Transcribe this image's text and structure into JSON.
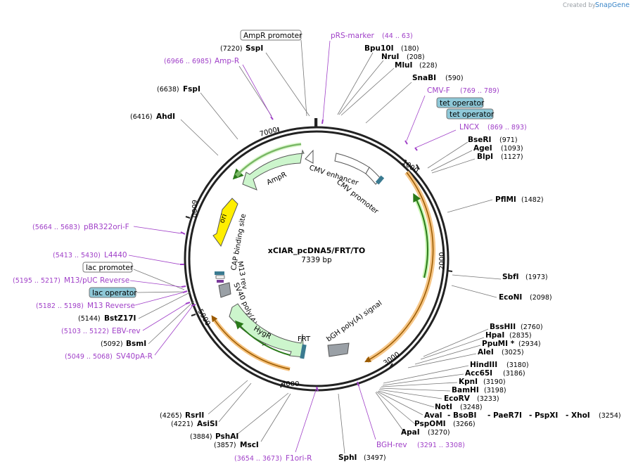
{
  "watermark": {
    "created": "Created by",
    "brand": "SnapGene"
  },
  "plasmid": {
    "name": "xCIAR_pcDNA5/FRT/TO",
    "length": "7339 bp"
  },
  "ticks": [
    "1000",
    "2000",
    "3000",
    "4000",
    "5000",
    "6000",
    "7000"
  ],
  "features": {
    "ampr": "AmpR",
    "cmv_enhancer": "CMV enhancer",
    "cmv_promoter": "CMV promoter",
    "ori": "ori",
    "cap": "CAP binding site",
    "m13rev": "M13 rev",
    "sv40": "SV40 poly(A) signal",
    "hygr": "HygR",
    "frt": "FRT",
    "bgh": "bGH poly(A) signal"
  },
  "boxed": {
    "ampr_promoter": "AmpR promoter",
    "lac_promoter": "lac promoter",
    "lac_operator": "lac operator",
    "tet_operator_1": "tet operator",
    "tet_operator_2": "tet operator"
  },
  "enzymes": [
    {
      "name": "SspI",
      "pos": "(7220)"
    },
    {
      "name": "FspI",
      "pos": "(6638)"
    },
    {
      "name": "AhdI",
      "pos": "(6416)"
    },
    {
      "name": "Bpu10I",
      "pos": "(180)"
    },
    {
      "name": "NruI",
      "pos": "(208)"
    },
    {
      "name": "MluI",
      "pos": "(228)"
    },
    {
      "name": "SnaBI",
      "pos": "(590)"
    },
    {
      "name": "BseRI",
      "pos": "(971)"
    },
    {
      "name": "AgeI",
      "pos": "(1093)"
    },
    {
      "name": "BlpI",
      "pos": "(1127)"
    },
    {
      "name": "PflMI",
      "pos": "(1482)"
    },
    {
      "name": "SbfI",
      "pos": "(1973)"
    },
    {
      "name": "EcoNI",
      "pos": "(2098)"
    },
    {
      "name": "BssHII",
      "pos": "(2760)"
    },
    {
      "name": "HpaI",
      "pos": "(2835)"
    },
    {
      "name": "PpuMI *",
      "pos": "(2934)"
    },
    {
      "name": "AleI",
      "pos": "(3025)"
    },
    {
      "name": "HindIII",
      "pos": "(3180)"
    },
    {
      "name": "Acc65I",
      "pos": "(3186)"
    },
    {
      "name": "KpnI",
      "pos": "(3190)"
    },
    {
      "name": "BamHI",
      "pos": "(3198)"
    },
    {
      "name": "EcoRV",
      "pos": "(3233)"
    },
    {
      "name": "NotI",
      "pos": "(3248)"
    },
    {
      "name": "AvaI",
      "pos": ""
    },
    {
      "name": "- BsoBI",
      "pos": ""
    },
    {
      "name": "- PaeR7I",
      "pos": ""
    },
    {
      "name": "- PspXI",
      "pos": ""
    },
    {
      "name": "- XhoI",
      "pos": "(3254)"
    },
    {
      "name": "PspOMI",
      "pos": "(3266)"
    },
    {
      "name": "ApaI",
      "pos": "(3270)"
    },
    {
      "name": "SphI",
      "pos": "(3497)"
    },
    {
      "name": "MscI",
      "pos": "(3857)"
    },
    {
      "name": "PshAI",
      "pos": "(3884)"
    },
    {
      "name": "AsiSI",
      "pos": "(4221)"
    },
    {
      "name": "RsrII",
      "pos": "(4265)"
    },
    {
      "name": "BsmI",
      "pos": "(5092)"
    },
    {
      "name": "BstZ17I",
      "pos": "(5144)"
    }
  ],
  "primers": [
    {
      "name": "pRS-marker",
      "pos": "(44 .. 63)"
    },
    {
      "name": "Amp-R",
      "pos": "(6966 .. 6985)"
    },
    {
      "name": "CMV-F",
      "pos": "(769 .. 789)"
    },
    {
      "name": "LNCX",
      "pos": "(869 .. 893)"
    },
    {
      "name": "pBR322ori-F",
      "pos": "(5664 .. 5683)"
    },
    {
      "name": "L4440",
      "pos": "(5413 .. 5430)"
    },
    {
      "name": "M13/pUC Reverse",
      "pos": "(5195 .. 5217)"
    },
    {
      "name": "M13 Reverse",
      "pos": "(5182 .. 5198)"
    },
    {
      "name": "EBV-rev",
      "pos": "(5103 .. 5122)"
    },
    {
      "name": "SV40pA-R",
      "pos": "(5049 .. 5068)"
    },
    {
      "name": "BGH-rev",
      "pos": "(3291 .. 3308)"
    },
    {
      "name": "F1ori-R",
      "pos": "(3654 .. 3673)"
    }
  ],
  "colors": {
    "ampr": "#ccf5cc",
    "hygr": "#ccf5cc",
    "ori": "#ffee00",
    "orf": "#f5c07a",
    "primer": "#a040c8",
    "operator": "#8ec8d8"
  }
}
